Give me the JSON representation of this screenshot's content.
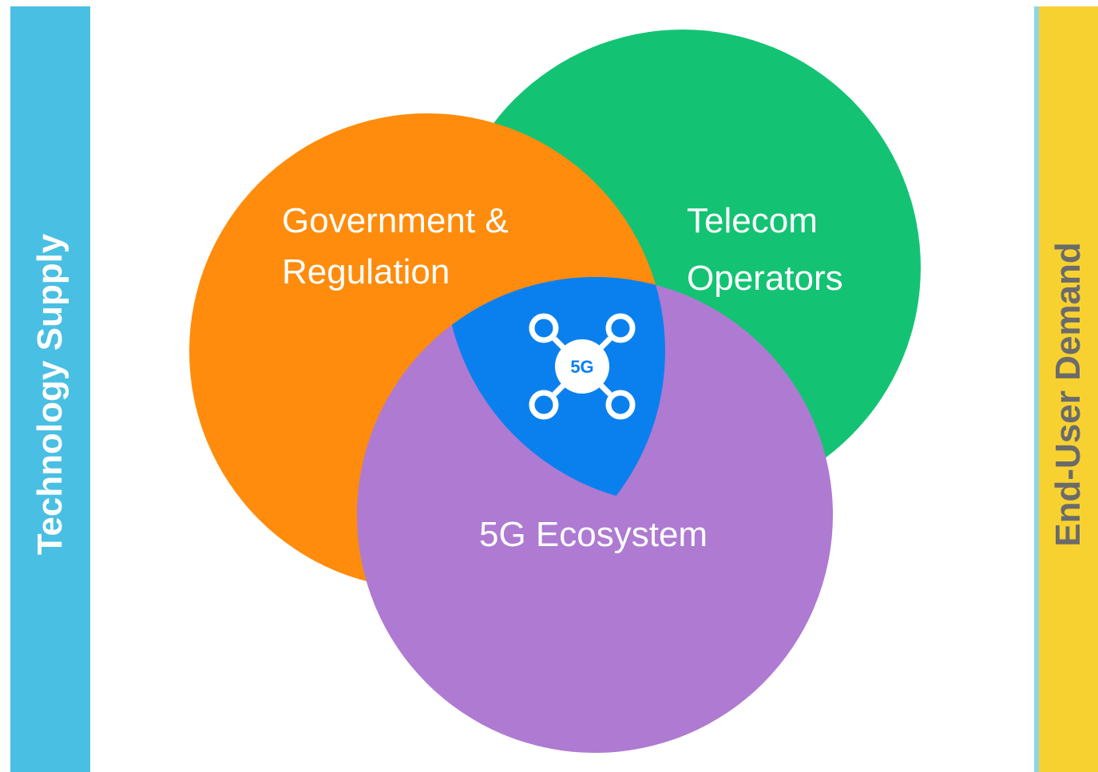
{
  "side_bars": {
    "left": {
      "label": "Technology Supply",
      "color": "#49BFE3"
    },
    "right": {
      "label": "End-User Demand",
      "color": "#F7D130"
    }
  },
  "circles": {
    "government": {
      "line1": "Government &",
      "line2": "Regulation",
      "color": "#FF8C0C"
    },
    "telecom": {
      "line1": "Telecom",
      "line2": "Operators",
      "color": "#13C373"
    },
    "ecosystem": {
      "label": "5G Ecosystem",
      "color": "#AE7AD2"
    }
  },
  "center": {
    "color": "#0A80EE",
    "hub_label": "5G",
    "icon": "network-hub-icon"
  }
}
